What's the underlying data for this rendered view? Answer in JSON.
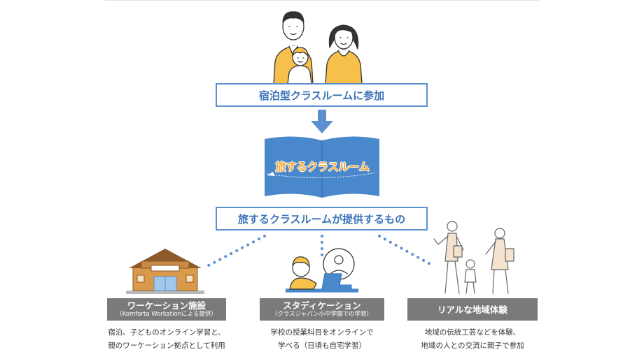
{
  "flow": {
    "step1_label": "宿泊型クラスルームに参加",
    "book_logo": "旅するクラスルーム",
    "step2_label": "旅するクラスルームが提供するもの"
  },
  "offerings": [
    {
      "title": "ワーケーション施設",
      "subtitle": "（Komforta Workationによる提供）",
      "lines": [
        "宿泊、子どものオンライン学習と、",
        "親のワーケーション拠点として利用"
      ]
    },
    {
      "title": "スタディケーション",
      "subtitle": "（クラスジャパン小中学園での学習）",
      "lines": [
        "学校の授業科目をオンラインで",
        "学べる（日頃も自宅学習）"
      ]
    },
    {
      "title": "リアルな地域体験",
      "subtitle": "",
      "lines": [
        "地域の伝統工芸などを体験、",
        "地域の人との交流に親子で参加"
      ]
    }
  ],
  "colors": {
    "accent_blue": "#5b8fce",
    "label_gray": "#7a7a7a",
    "family_yellow": "#f7c04a",
    "logo_orange": "#f2a93a"
  },
  "icons": [
    "family-illustration",
    "arrow-down-icon",
    "open-book-icon",
    "building-icon",
    "student-laptop-icon",
    "family-walking-icon",
    "dotted-connector-icon"
  ]
}
